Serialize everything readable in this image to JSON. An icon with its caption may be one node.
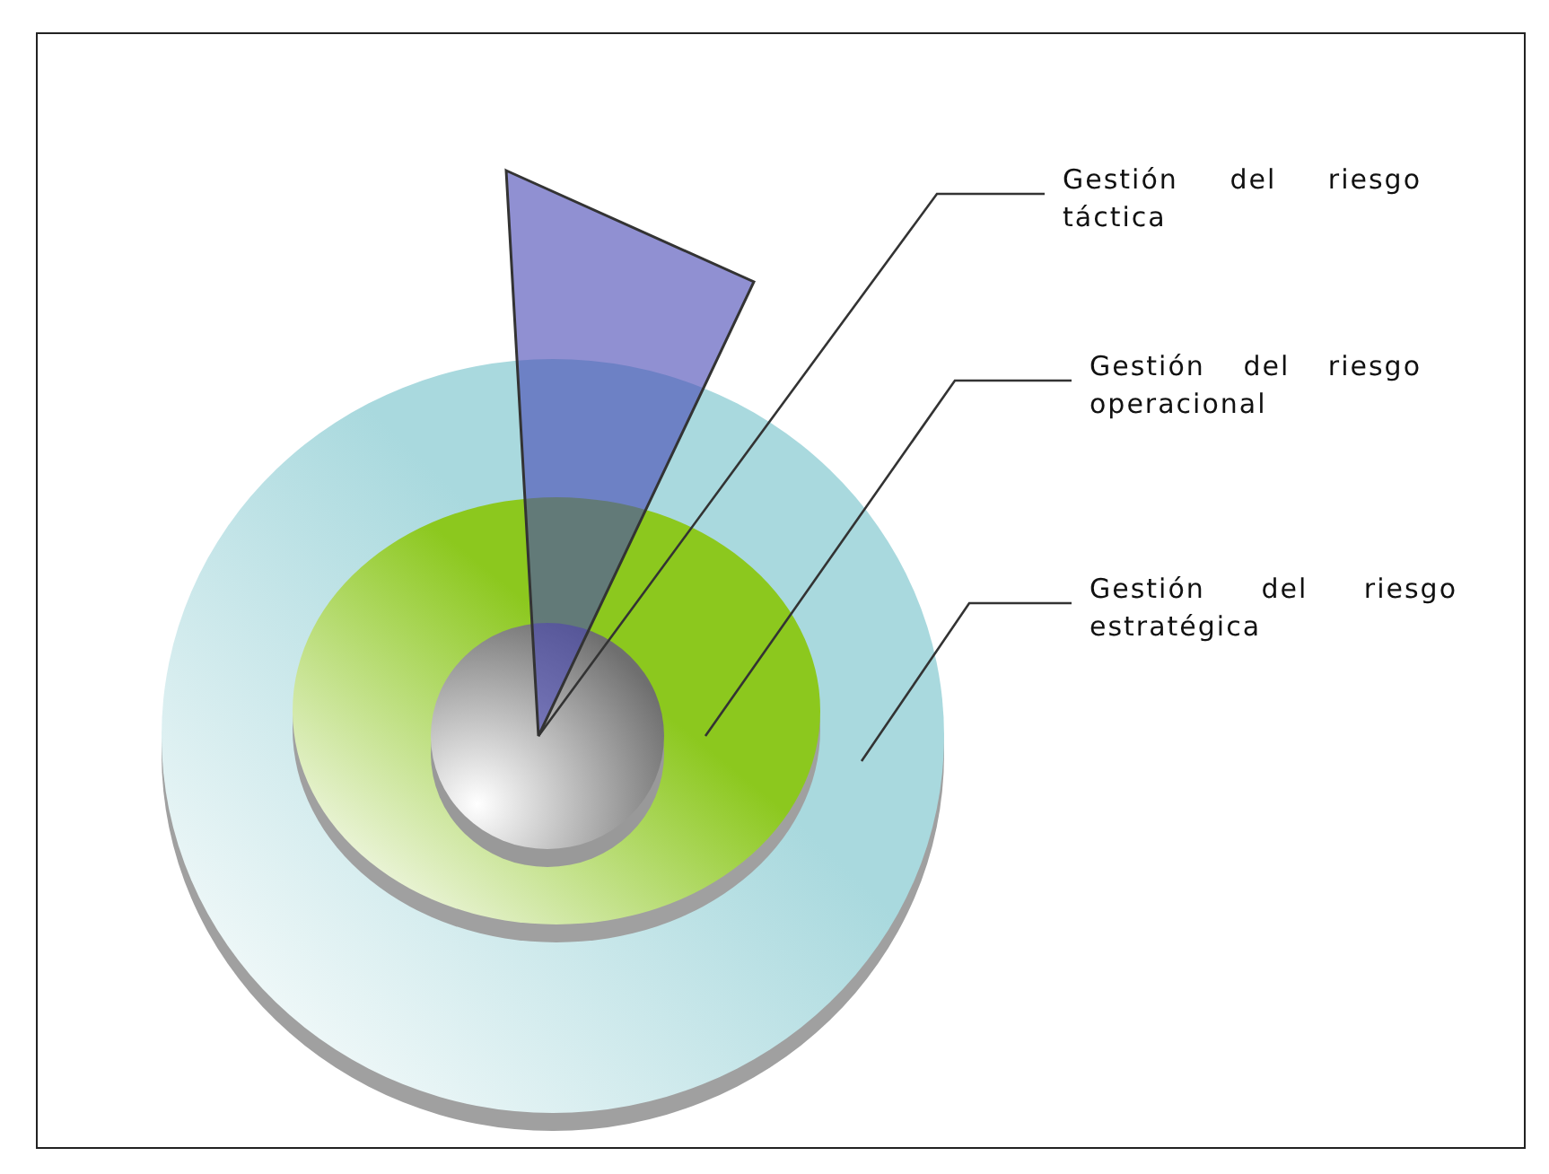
{
  "diagram": {
    "nodes": [
      {
        "text": [],
        "shape": "circle"
      },
      {
        "text": [],
        "shape": "circle",
        "in": 0
      },
      {
        "text": [],
        "shape": "triangle"
      },
      {
        "text": [
          "Gestión del riesgo táctica"
        ]
      },
      {
        "text": [
          "Gestión del riesgo operacional"
        ]
      },
      {
        "text": [
          "Gestión del riesgo estratégica"
        ]
      }
    ],
    "edges": [
      {
        "from": 3,
        "to": 2,
        "arrow": "none"
      },
      {
        "from": 4,
        "to": 1,
        "arrow": "none"
      },
      {
        "from": 5,
        "to": 0,
        "arrow": "none"
      }
    ]
  }
}
